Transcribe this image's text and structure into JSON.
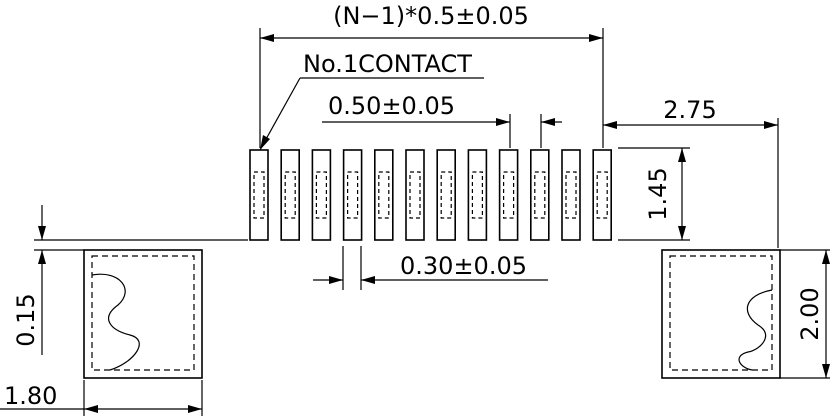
{
  "dimensions": {
    "pitch_total": "(N−1)*0.5±0.05",
    "contact_label": "No.1CONTACT",
    "pitch": "0.50±0.05",
    "pad_right_offset": "2.75",
    "pad_length": "1.45",
    "pad_width": "0.30±0.05",
    "gap": "0.15",
    "anchor_height": "2.00",
    "anchor_width": "1.80"
  },
  "pad_count": 12
}
